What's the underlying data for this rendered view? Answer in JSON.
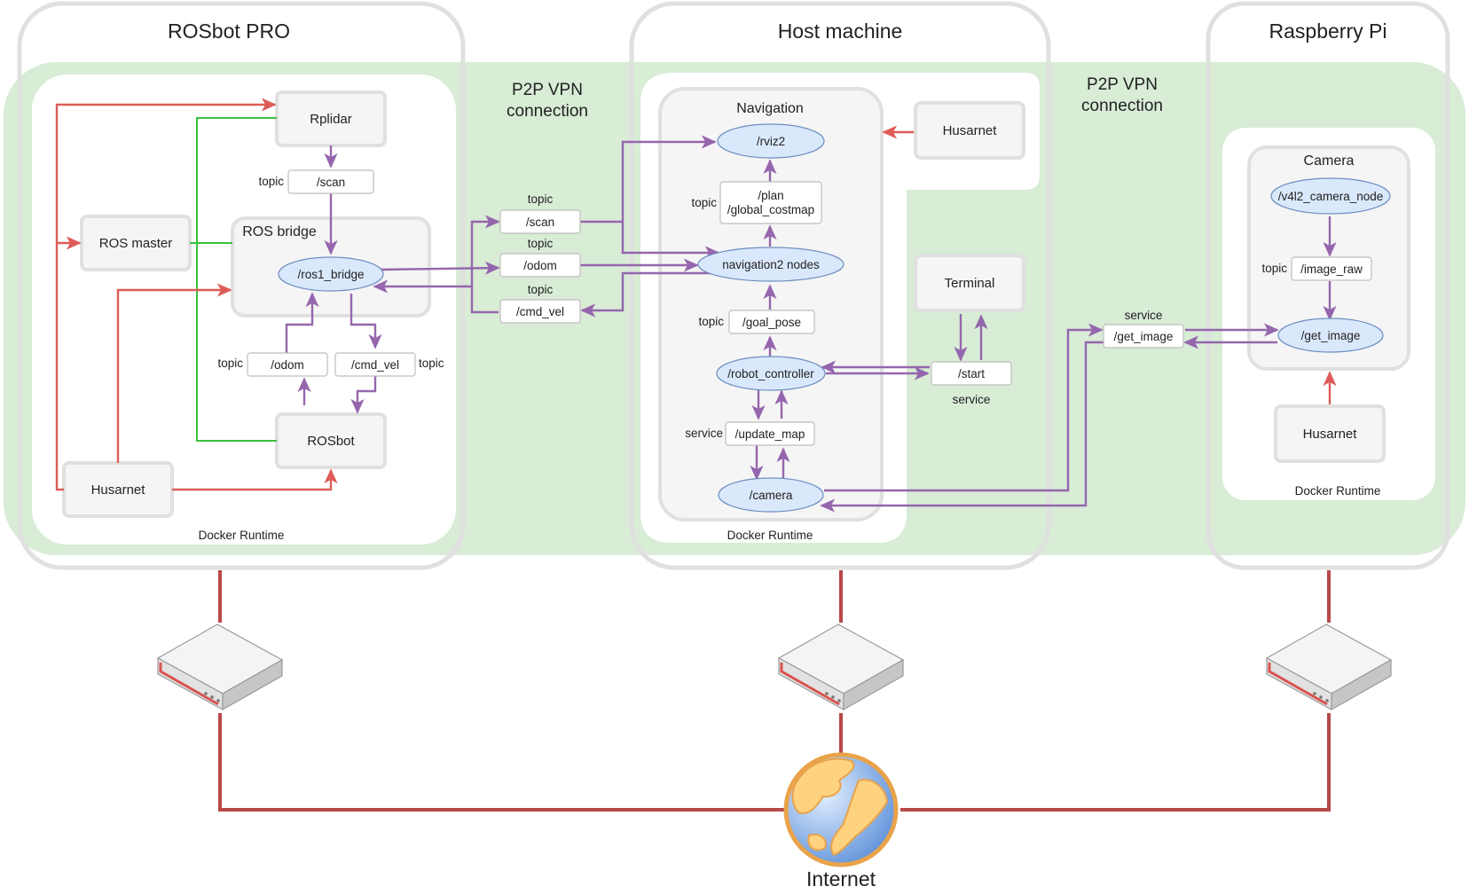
{
  "machines": {
    "rosbot": "ROSbot PRO",
    "host": "Host machine",
    "rpi": "Raspberry Pi"
  },
  "vpn": {
    "left": [
      "P2P VPN",
      "connection"
    ],
    "right": [
      "P2P VPN",
      "connection"
    ]
  },
  "runtime_label": "Docker Runtime",
  "rosbot": {
    "rplidar": "Rplidar",
    "ros_master": "ROS master",
    "ros_bridge_title": "ROS bridge",
    "ros1_bridge": "/ros1_bridge",
    "rosbot": "ROSbot",
    "husarnet": "Husarnet",
    "scan_topic": "/scan",
    "odom_topic": "/odom",
    "cmd_vel_topic": "/cmd_vel",
    "topic_word": "topic"
  },
  "bridge_topics": {
    "topic_word": "topic",
    "scan": "/scan",
    "odom": "/odom",
    "cmd_vel": "/cmd_vel"
  },
  "host": {
    "navigation_title": "Navigation",
    "rviz2": "/rviz2",
    "plan": "/plan",
    "global_costmap": "/global_costmap",
    "nav2_nodes": "navigation2 nodes",
    "goal_pose": "/goal_pose",
    "robot_controller": "/robot_controller",
    "update_map": "/update_map",
    "camera": "/camera",
    "husarnet": "Husarnet",
    "terminal": "Terminal",
    "start": "/start",
    "topic_word": "topic",
    "service_word": "service"
  },
  "get_image_service": {
    "service_word": "service",
    "name": "/get_image"
  },
  "rpi": {
    "camera_title": "Camera",
    "v4l2": "/v4l2_camera_node",
    "image_raw": "/image_raw",
    "get_image": "/get_image",
    "husarnet": "Husarnet",
    "topic_word": "topic"
  },
  "internet": "Internet",
  "colors": {
    "vpn_green": "#d8ecd6",
    "ros_purple": "#9566ad",
    "husarnet_red": "#de5c57",
    "ros_master_green": "#3cbe3c",
    "node_fill": "#dae8fc",
    "node_stroke": "#6c8ebf",
    "network_line": "#b94848"
  }
}
